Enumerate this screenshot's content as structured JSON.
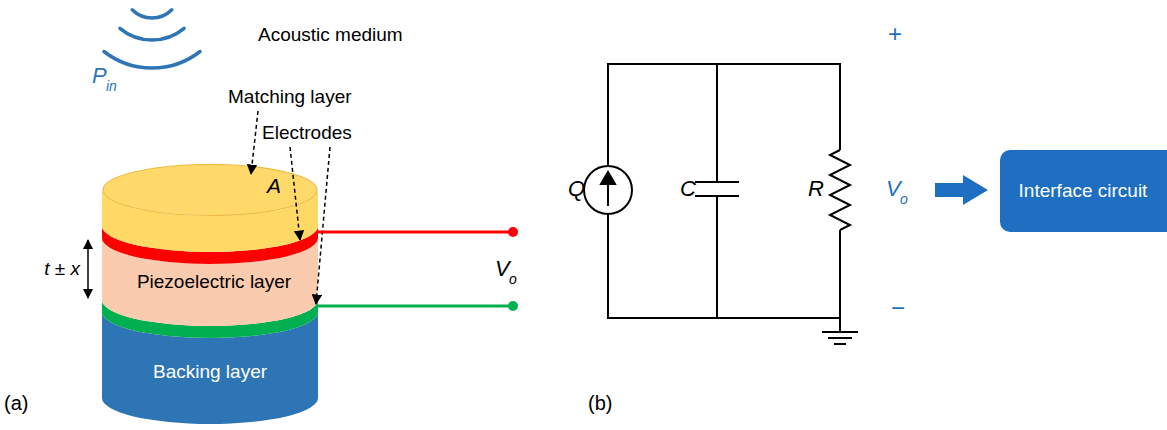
{
  "diagram": {
    "nodes": [
      {
        "text": [
          "A"
        ]
      },
      {
        "text": [
          "Piezoelectric layer"
        ]
      },
      {
        "text": [
          "Backing layer"
        ]
      },
      {
        "text": [
          "Interface circuit"
        ]
      }
    ],
    "labels": [
      "Acoustic medium",
      "P",
      "in",
      "Matching layer",
      "Electrodes",
      "t ± x",
      "V",
      "o",
      "(a)",
      "Q",
      "C",
      "R",
      "+",
      "V",
      "o",
      "−",
      "(b)"
    ]
  }
}
